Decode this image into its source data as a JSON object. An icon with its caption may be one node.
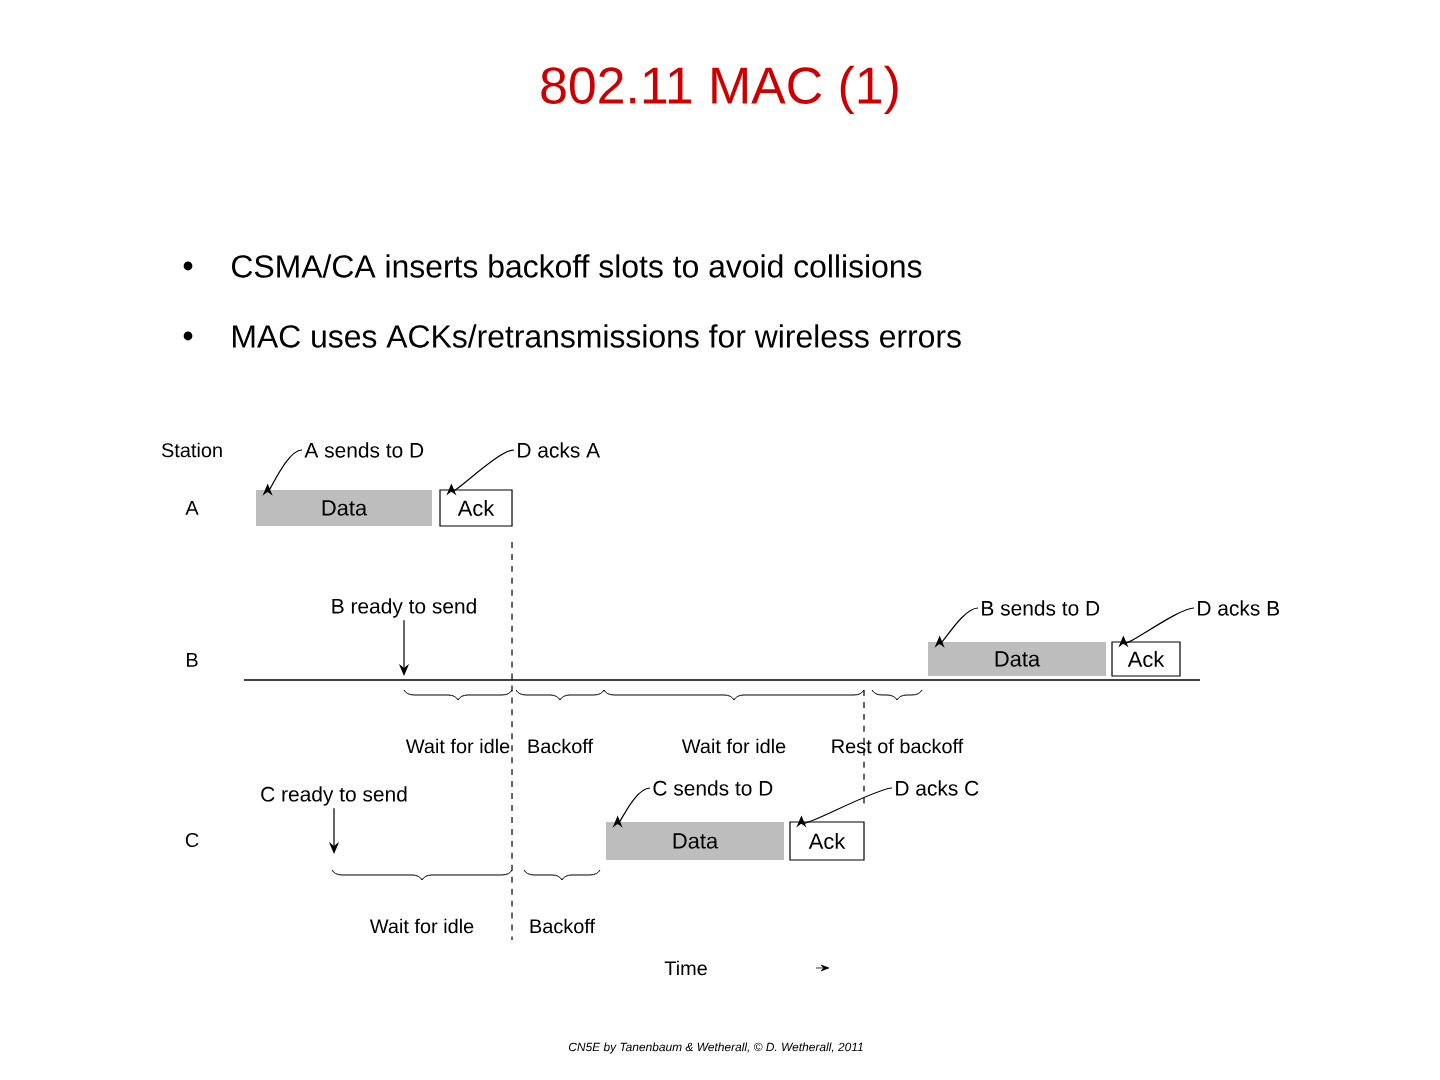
{
  "diagram": {
    "title": "802.11 MAC (1)",
    "nodes": [
      {
        "text": [
          "Data"
        ]
      },
      {
        "text": [
          "Ack"
        ]
      },
      {
        "text": [
          "Data"
        ]
      },
      {
        "text": [
          "Ack"
        ]
      },
      {
        "text": [
          "Data"
        ]
      },
      {
        "text": [
          "Ack"
        ]
      },
      {
        "text": [
          "A sends to D"
        ]
      },
      {
        "text": [
          "D acks A"
        ]
      },
      {
        "text": [
          "B ready to send"
        ]
      },
      {
        "text": [
          "B sends to D"
        ]
      },
      {
        "text": [
          "D acks B"
        ]
      },
      {
        "text": [
          "C ready to send"
        ]
      },
      {
        "text": [
          "C sends to D"
        ]
      },
      {
        "text": [
          "D acks C"
        ]
      }
    ],
    "edges": [
      {
        "from": 6,
        "to": 0,
        "arrow": "to"
      },
      {
        "from": 7,
        "to": 1,
        "arrow": "to"
      },
      {
        "from": 8,
        "to": null,
        "arrow": "to"
      },
      {
        "from": 9,
        "to": 2,
        "arrow": "to"
      },
      {
        "from": 10,
        "to": 3,
        "arrow": "to"
      },
      {
        "from": 11,
        "to": null,
        "arrow": "to"
      },
      {
        "from": 12,
        "to": 4,
        "arrow": "to"
      },
      {
        "from": 13,
        "to": 5,
        "arrow": "to"
      }
    ],
    "labels": [
      "CSMA/CA inserts backoff slots to avoid collisions",
      "MAC uses ACKs/retransmissions for wireless errors",
      "Station",
      "A",
      "B",
      "C",
      "Wait for idle",
      "Backoff",
      "Wait for idle",
      "Rest of backoff",
      "Wait for idle",
      "Backoff",
      "Time",
      "CN5E by Tanenbaum & Wetherall, © D. Wetherall, 2011"
    ]
  }
}
